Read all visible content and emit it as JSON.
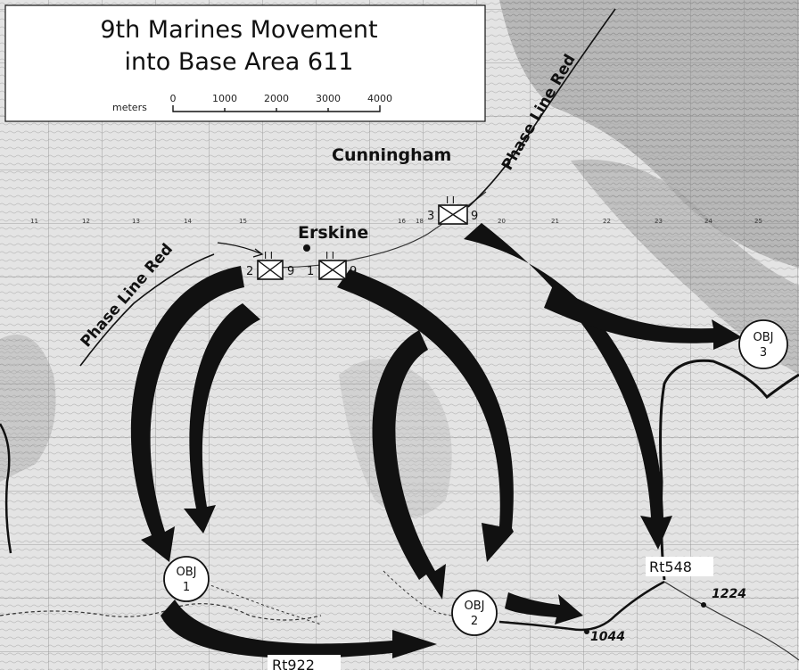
{
  "title": {
    "line1": "9th Marines Movement",
    "line2": "into Base Area 611"
  },
  "scale": {
    "unit": "meters",
    "ticks": [
      "0",
      "1000",
      "2000",
      "3000",
      "4000"
    ]
  },
  "grid_labels": [
    "11",
    "12",
    "13",
    "14",
    "15",
    "16",
    "18",
    "20",
    "21",
    "22",
    "23",
    "24",
    "25"
  ],
  "places": {
    "cunningham": "Cunningham",
    "erskine": "Erskine"
  },
  "phase_lines": [
    "Phase Line Red",
    "Phase Line Red"
  ],
  "units": [
    {
      "battalion": "2",
      "echelon": "I I",
      "regiment": "9"
    },
    {
      "battalion": "1",
      "echelon": "I I",
      "regiment": "9"
    },
    {
      "battalion": "3",
      "echelon": "I I",
      "regiment": "9"
    }
  ],
  "objectives": [
    {
      "label": "OBJ",
      "number": "1"
    },
    {
      "label": "OBJ",
      "number": "2"
    },
    {
      "label": "OBJ",
      "number": "3"
    }
  ],
  "routes": [
    "Rt548",
    "Rt922"
  ],
  "elevations": [
    "1224",
    "1044"
  ],
  "colors": {
    "ink": "#111111",
    "terrain": "#d9d9d9",
    "paper": "#ffffff"
  }
}
